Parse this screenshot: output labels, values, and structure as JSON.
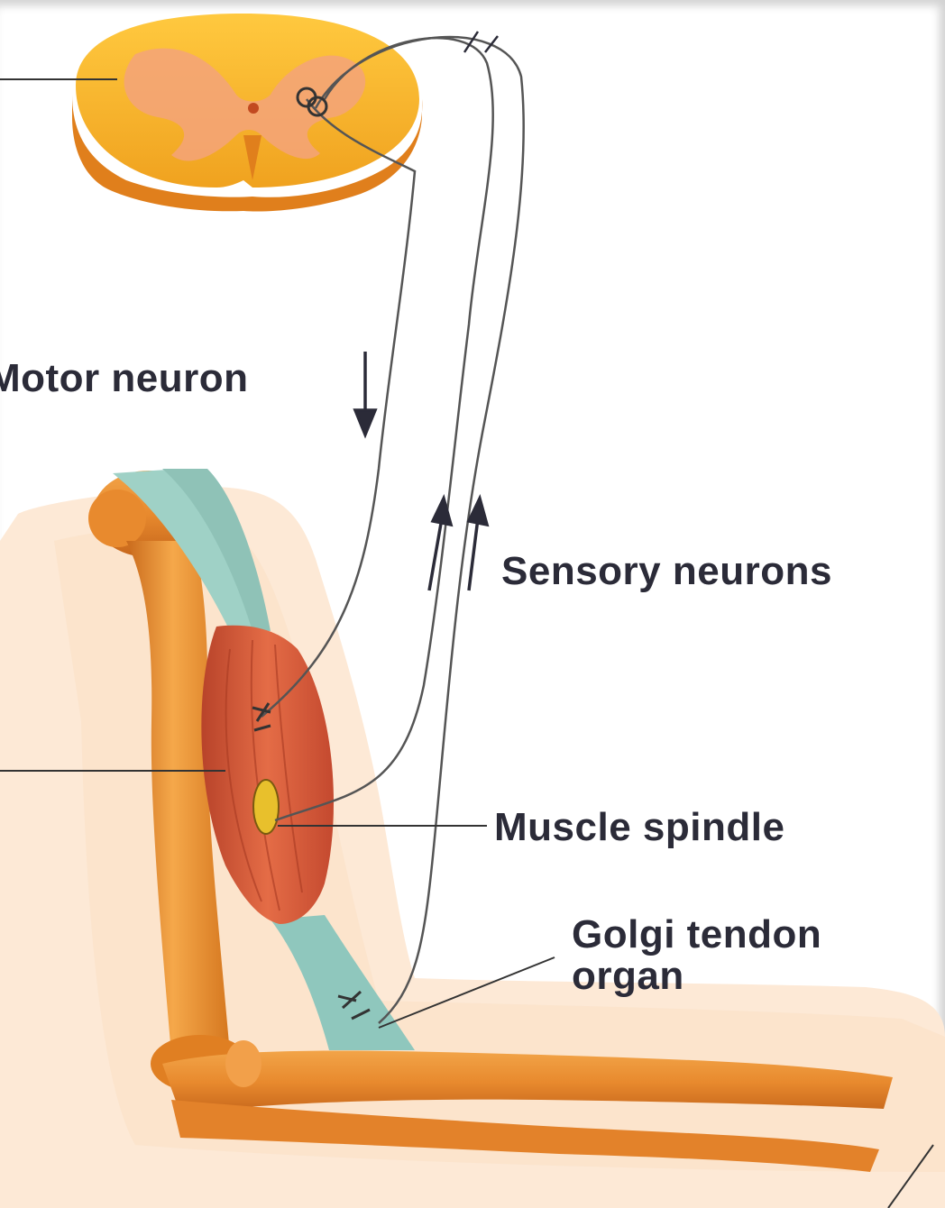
{
  "labels": {
    "motor_neuron": "Motor neuron",
    "sensory_neurons": "Sensory neurons",
    "muscle_spindle": "Muscle spindle",
    "golgi_line1": "Golgi tendon",
    "golgi_line2": "organ"
  },
  "colors": {
    "spinal_cord": "#f7b733",
    "grey_matter": "#f3a172",
    "bone": "#e8892e",
    "muscle": "#d4543a",
    "tendon": "#8fc7bd",
    "skin": "#fbe3cc",
    "nerve": "#555555",
    "text": "#2b2b38"
  }
}
